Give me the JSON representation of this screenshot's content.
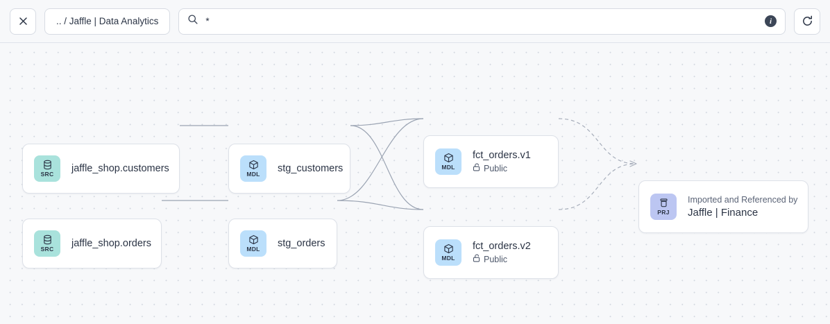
{
  "toolbar": {
    "close_button_label": "",
    "close_icon": "close-icon",
    "breadcrumb_label": ".. / Jaffle | Data Analytics",
    "search": {
      "icon": "search-icon",
      "value": "*",
      "placeholder": "",
      "info_icon_label": "i"
    },
    "refresh_icon": "refresh-icon"
  },
  "graph": {
    "nodes": [
      {
        "id": "src-customers",
        "badge": "SRC",
        "badge_icon": "database-icon",
        "title": "jaffle_shop.customers"
      },
      {
        "id": "src-orders",
        "badge": "SRC",
        "badge_icon": "database-icon",
        "title": "jaffle_shop.orders"
      },
      {
        "id": "stg-customers",
        "badge": "MDL",
        "badge_icon": "cube-icon",
        "title": "stg_customers"
      },
      {
        "id": "stg-orders",
        "badge": "MDL",
        "badge_icon": "cube-icon",
        "title": "stg_orders"
      },
      {
        "id": "fct-v1",
        "badge": "MDL",
        "badge_icon": "cube-icon",
        "title": "fct_orders.v1",
        "access_icon": "unlock-icon",
        "access": "Public"
      },
      {
        "id": "fct-v2",
        "badge": "MDL",
        "badge_icon": "cube-icon",
        "title": "fct_orders.v2",
        "access_icon": "unlock-icon",
        "access": "Public"
      },
      {
        "id": "prj-finance",
        "badge": "PRJ",
        "badge_icon": "archive-icon",
        "caption": "Imported and Referenced by",
        "title": "Jaffle | Finance"
      }
    ],
    "colors": {
      "badge_src": "#a9e2dc",
      "badge_mdl": "#bbdffb",
      "badge_prj": "#bcc6f2",
      "edge": "#9aa3b2",
      "edge_dashed": "#a6adba",
      "canvas": "#f7f8fa",
      "node_border": "#dde1e8"
    }
  }
}
